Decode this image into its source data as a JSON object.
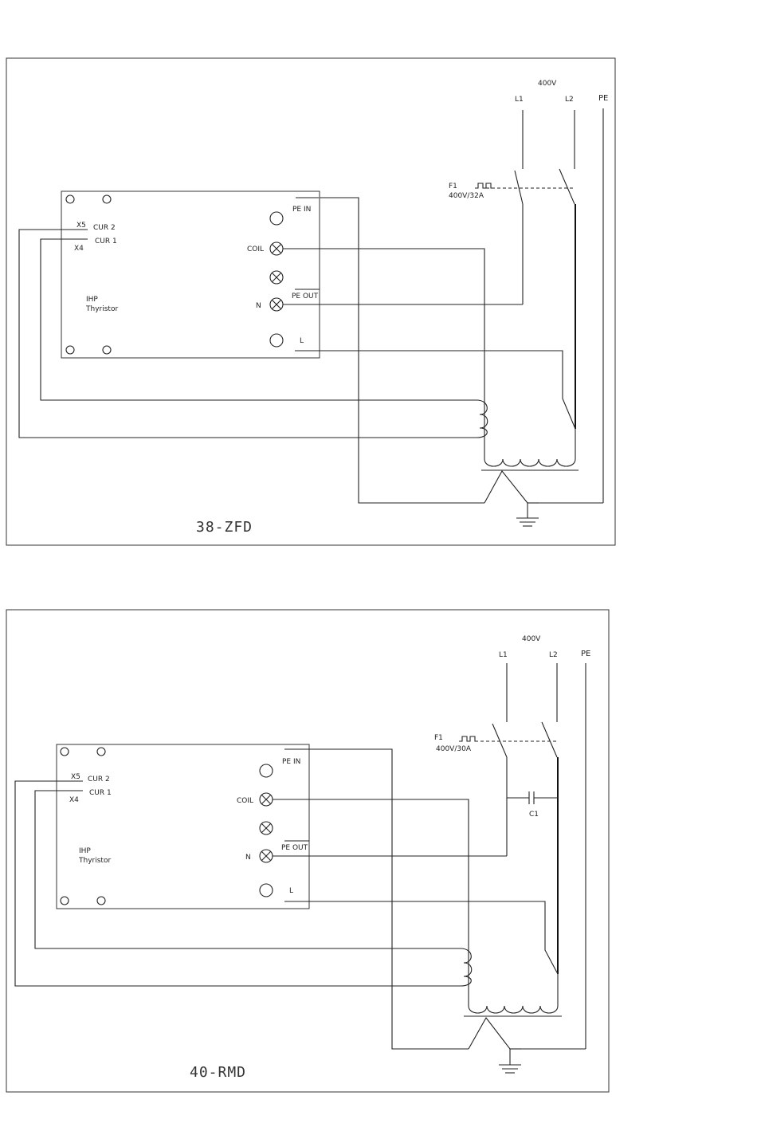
{
  "diagrams": [
    {
      "title": "38-ZFD",
      "voltage": "400V",
      "l1": "L1",
      "l2": "L2",
      "pe": "PE",
      "fuse_name": "F1",
      "fuse_rating": "400V/32A",
      "board_line1": "IHP",
      "board_line2": "Thyristor",
      "x5": "X5",
      "x4": "X4",
      "cur2": "CUR 2",
      "cur1": "CUR 1",
      "pe_in": "PE IN",
      "pe_out": "PE OUT",
      "coil": "COIL",
      "n": "N",
      "l": "L"
    },
    {
      "title": "40-RMD",
      "voltage": "400V",
      "l1": "L1",
      "l2": "L2",
      "pe": "PE",
      "fuse_name": "F1",
      "fuse_rating": "400V/30A",
      "capacitor": "C1",
      "board_line1": "IHP",
      "board_line2": "Thyristor",
      "x5": "X5",
      "x4": "X4",
      "cur2": "CUR 2",
      "cur1": "CUR 1",
      "pe_in": "PE IN",
      "pe_out": "PE OUT",
      "coil": "COIL",
      "n": "N",
      "l": "L"
    }
  ]
}
